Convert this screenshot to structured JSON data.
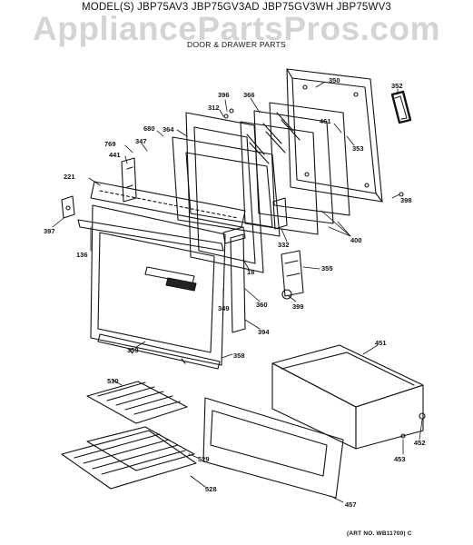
{
  "header": {
    "models": "MODEL(S) JBP75AV3 JBP75GV3AD JBP75GV3WH JBP75WV3",
    "watermark": "AppliancePartsPros.com",
    "subtitle": "DOOR & DRAWER PARTS"
  },
  "art_no": "(ART NO. WB11700) C",
  "callouts": {
    "c350": "350",
    "c352": "352",
    "c396": "396",
    "c366": "366",
    "c312": "312",
    "c461": "461",
    "c680": "680",
    "c364": "364",
    "c353": "353",
    "c347": "347",
    "c769": "769",
    "c441": "441",
    "c221": "221",
    "c398": "398",
    "c397": "397",
    "c400": "400",
    "c332": "332",
    "c136": "136",
    "c355": "355",
    "c18": "18",
    "c349": "349",
    "c360": "360",
    "c399": "399",
    "c394": "394",
    "c359": "359",
    "c358": "358",
    "c451": "451",
    "c530": "530",
    "c452": "452",
    "c529": "529",
    "c453": "453",
    "c528": "528",
    "c457": "457"
  }
}
